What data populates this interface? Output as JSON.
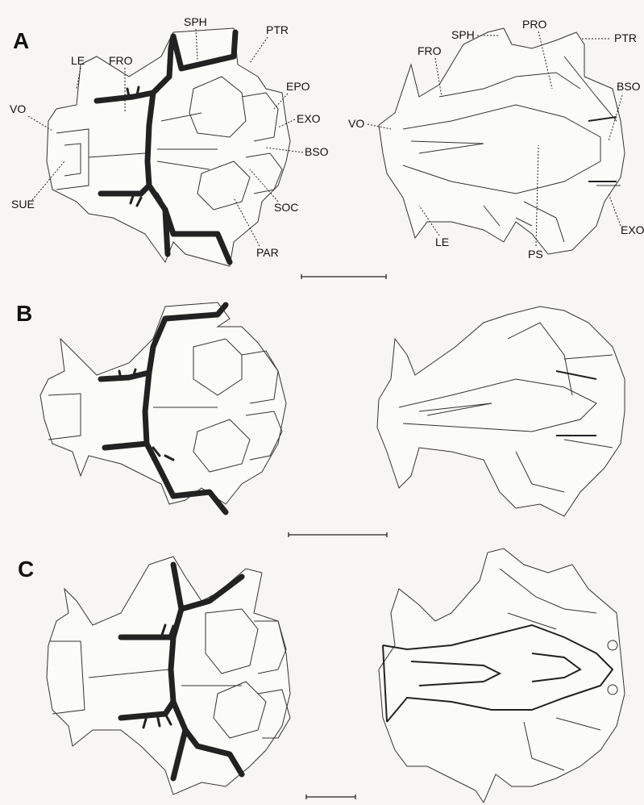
{
  "panels": [
    {
      "id": "A",
      "label": "A"
    },
    {
      "id": "B",
      "label": "B"
    },
    {
      "id": "C",
      "label": "C"
    }
  ],
  "panel_a_dorsal_labels": {
    "le": "LE",
    "fro": "FRO",
    "sph": "SPH",
    "ptr": "PTR",
    "epo": "EPO",
    "exo": "EXO",
    "vo": "VO",
    "bso": "BSO",
    "sue": "SUE",
    "soc": "SOC",
    "par": "PAR"
  },
  "panel_a_ventral_labels": {
    "fro": "FRO",
    "sph": "SPH",
    "pro": "PRO",
    "ptr": "PTR",
    "bso": "BSO",
    "vo": "VO",
    "le": "LE",
    "ps": "PS",
    "exo": "EXO"
  }
}
